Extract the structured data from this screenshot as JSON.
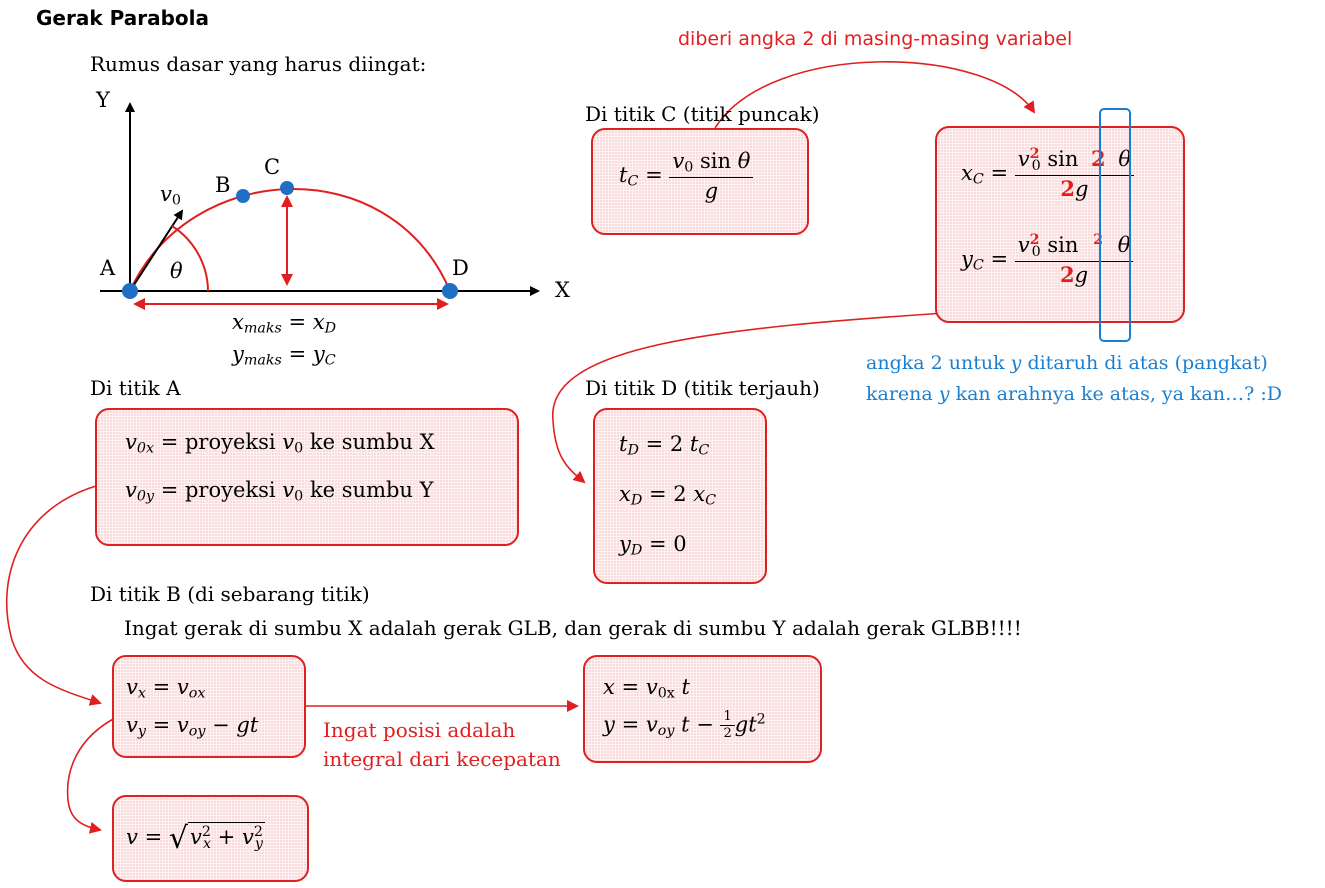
{
  "title": "Gerak Parabola",
  "intro": "Rumus dasar yang harus diingat:",
  "diagram": {
    "axis_y": "Y",
    "axis_x": "X",
    "point_a": "A",
    "point_b": "B",
    "point_c": "C",
    "point_d": "D",
    "v0_label": "v",
    "v0_sub": "0",
    "theta": "θ",
    "xmaks": "x",
    "maks_sub": "maks",
    "eq": "=",
    "xd_var": "x",
    "xd_sub": "D",
    "ymaks": "y",
    "yc_var": "y",
    "yc_sub": "C"
  },
  "sections": {
    "a_heading": "Di titik A",
    "c_heading": "Di titik C (titik puncak)",
    "d_heading": "Di titik D (titik terjauh)",
    "b_heading": "Di titik B (di sebarang titik)",
    "b_note": "Ingat gerak di sumbu X adalah gerak GLB, dan gerak di sumbu Y adalah gerak GLBB!!!!"
  },
  "box_a": {
    "l1_pre": "v",
    "l1_sub": "0x",
    "l1_text": "= proyeksi",
    "l1_v": "v",
    "l1_vsub": "0",
    "l1_end": "ke sumbu X",
    "l2_pre": "v",
    "l2_sub": "0y",
    "l2_text": "= proyeksi",
    "l2_v": "v",
    "l2_vsub": "0",
    "l2_end": "ke sumbu Y"
  },
  "box_tc": {
    "lhs": "t",
    "lhs_sub": "C",
    "eq": "=",
    "num_v": "v",
    "num_sub": "0",
    "num_sin": "sin",
    "num_theta": "θ",
    "den": "g"
  },
  "box_xy": {
    "x_lhs": "x",
    "x_sub": "C",
    "y_lhs": "y",
    "y_sub": "C",
    "eq": "=",
    "v": "v",
    "v_sub": "0",
    "v_sup": "2",
    "sin": "sin",
    "two": "2",
    "theta": "θ",
    "den_two": "2",
    "den_g": "g"
  },
  "box_d": {
    "l1_lhs": "t",
    "l1_sub": "D",
    "l1_rhs": "= 2",
    "l1_t": "t",
    "l1_tsub": "C",
    "l2_lhs": "x",
    "l2_sub": "D",
    "l2_rhs": "= 2",
    "l2_x": "x",
    "l2_xsub": "C",
    "l3_lhs": "y",
    "l3_sub": "D",
    "l3_rhs": "= 0"
  },
  "box_vel": {
    "l1_v": "v",
    "l1_sub": "x",
    "l1_eq": "=",
    "l1_r": "v",
    "l1_rsub": "ox",
    "l2_v": "v",
    "l2_sub": "y",
    "l2_eq": "=",
    "l2_r": "v",
    "l2_rsub": "oy",
    "l2_tail": "− gt"
  },
  "box_pos": {
    "l1_x": "x",
    "l1_eq": "=",
    "l1_v": "v",
    "l1_vsub": "0x",
    "l1_t": "t",
    "l2_y": "y",
    "l2_eq": "=",
    "l2_v": "v",
    "l2_vsub": "oy",
    "l2_t": "t −",
    "l2_num": "1",
    "l2_den": "2",
    "l2_g": "gt",
    "l2_sup": "2"
  },
  "box_v": {
    "lhs": "v",
    "eq": "=",
    "a": "v",
    "a_sub": "x",
    "a_sup": "2",
    "plus": "+",
    "b": "v",
    "b_sub": "y",
    "b_sup": "2"
  },
  "annotations": {
    "top_red": "diberi angka 2 di masing-masing variabel",
    "blue_1": "angka 2 untuk",
    "blue_1_var": "y",
    "blue_1_end": "ditaruh di atas (pangkat)",
    "blue_2": "karena",
    "blue_2_var": "y",
    "blue_2_end": "kan arahnya ke atas, ya kan…? :D",
    "integral_1": "Ingat posisi adalah",
    "integral_2": "integral dari kecepatan"
  },
  "colors": {
    "accent_red": "#e02020",
    "accent_blue": "#1a7fd0",
    "box_fill": "#fbdcdc",
    "point_blue": "#1f6fc5"
  }
}
